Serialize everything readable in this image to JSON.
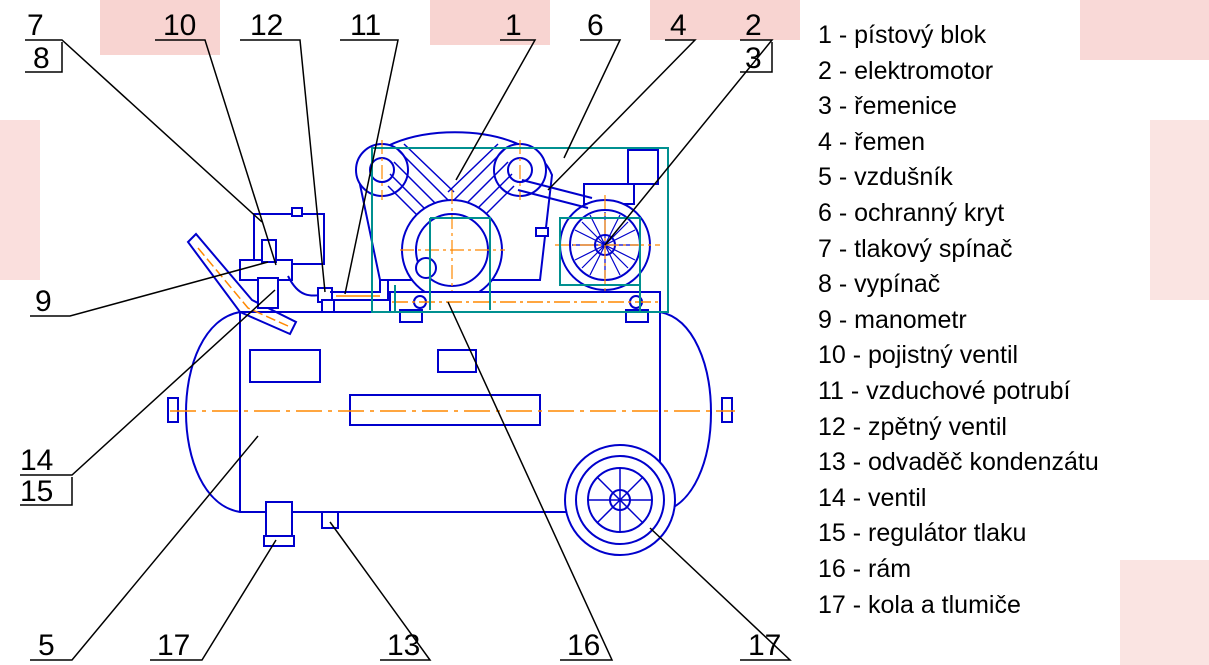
{
  "callouts": {
    "c7": "7",
    "c8": "8",
    "c10": "10",
    "c12": "12",
    "c11": "11",
    "c1": "1",
    "c6": "6",
    "c4": "4",
    "c2": "2",
    "c3": "3",
    "c9": "9",
    "c14": "14",
    "c15": "15",
    "c5": "5",
    "c17a": "17",
    "c13": "13",
    "c16": "16",
    "c17b": "17"
  },
  "legend": [
    "1 - pístový blok",
    "2 - elektromotor",
    "3 - řemenice",
    "4 - řemen",
    "5 - vzdušník",
    "6 - ochranný kryt",
    "7 - tlakový spínač",
    "8 - vypínač",
    "9 - manometr",
    "10 - pojistný ventil",
    "11 - vzduchové potrubí",
    "12 - zpětný ventil",
    "13 - odvaděč kondenzátu",
    "14 - ventil",
    "15 - regulátor tlaku",
    "16 - rám",
    "17 - kola a tlumiče"
  ],
  "colors": {
    "outline": "#0000cc",
    "guard": "#009090",
    "centerline": "#ff8800",
    "background_accent": "#f2b3b0"
  }
}
